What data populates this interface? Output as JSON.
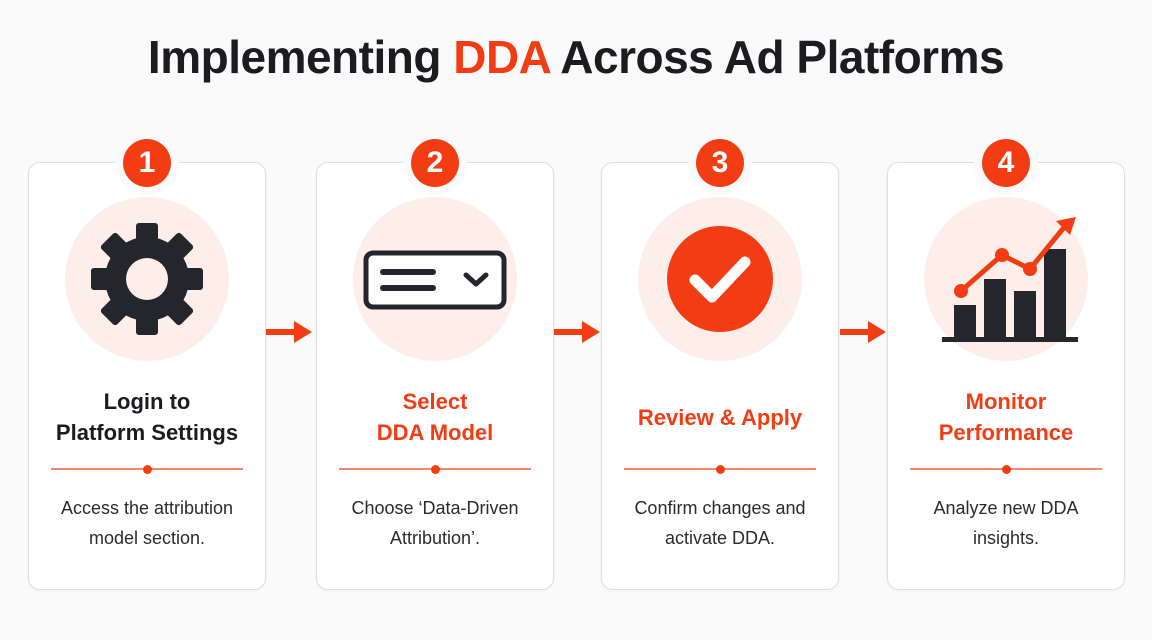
{
  "title": {
    "before": "Implementing ",
    "accent": "DDA",
    "after": " Across Ad Platforms"
  },
  "colors": {
    "accent": "#f23d14",
    "dark": "#1b1c20",
    "tint": "#fdeee9"
  },
  "steps": [
    {
      "number": "1",
      "icon": "gear-icon",
      "title_lines": [
        "Login to",
        "Platform Settings"
      ],
      "title_color": "dark",
      "desc_lines": [
        "Access the attribution",
        "model section."
      ]
    },
    {
      "number": "2",
      "icon": "dropdown-select-icon",
      "title_lines": [
        "Select",
        "DDA Model"
      ],
      "title_color": "red",
      "desc_lines": [
        "Choose ‘Data-Driven",
        "Attribution’."
      ]
    },
    {
      "number": "3",
      "icon": "checkmark-icon",
      "title_lines": [
        "Review & Apply"
      ],
      "title_color": "red",
      "desc_lines": [
        "Confirm changes and",
        "activate DDA."
      ]
    },
    {
      "number": "4",
      "icon": "growth-chart-icon",
      "title_lines": [
        "Monitor",
        "Performance"
      ],
      "title_color": "red",
      "desc_lines": [
        "Analyze new DDA",
        "insights."
      ]
    }
  ]
}
